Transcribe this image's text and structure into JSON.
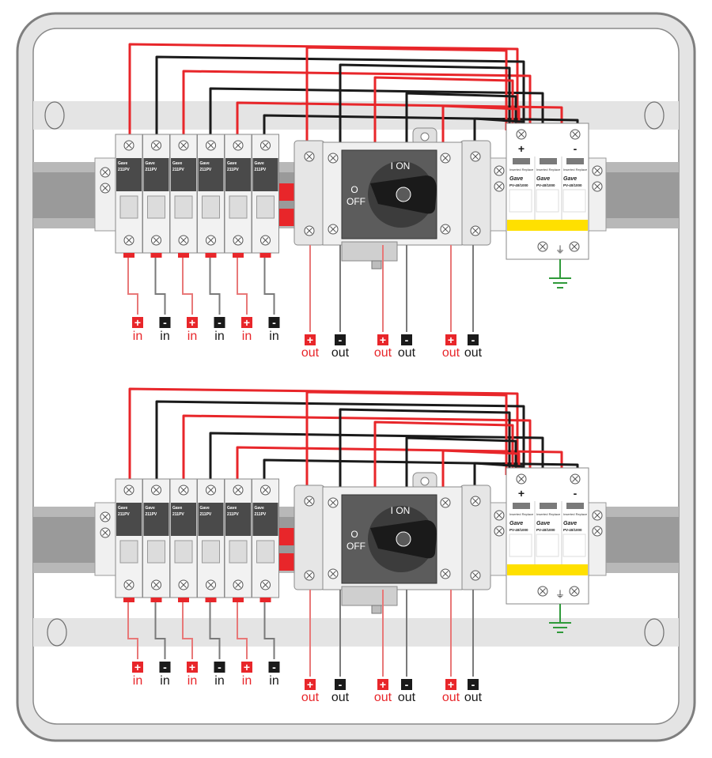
{
  "colors": {
    "positive": "#e8262a",
    "negative": "#1a1a1a",
    "positive_lead": "#e87878",
    "negative_lead": "#7a7a7a",
    "earth": "#2f9a3a",
    "enclosure": "#e4e4e4",
    "enclosure_border": "#7f7f7f",
    "rail": "#8e8e8e",
    "module_body": "#f2f2f2",
    "module_dark": "#4a4a4a",
    "switch_body": "#5c5c5c",
    "spd_yellow": "#ffe000"
  },
  "panels": [
    {
      "fuses": [
        {
          "brand": "Gave",
          "model": "211PV"
        },
        {
          "brand": "Gave",
          "model": "211PV"
        },
        {
          "brand": "Gave",
          "model": "211PV"
        },
        {
          "brand": "Gave",
          "model": "211PV"
        },
        {
          "brand": "Gave",
          "model": "211PV"
        },
        {
          "brand": "Gave",
          "model": "211PV"
        }
      ],
      "inputs": [
        {
          "sign": "+",
          "label": "in",
          "polarity": "positive"
        },
        {
          "sign": "-",
          "label": "in",
          "polarity": "negative"
        },
        {
          "sign": "+",
          "label": "in",
          "polarity": "positive"
        },
        {
          "sign": "-",
          "label": "in",
          "polarity": "negative"
        },
        {
          "sign": "+",
          "label": "in",
          "polarity": "positive"
        },
        {
          "sign": "-",
          "label": "in",
          "polarity": "negative"
        }
      ],
      "outputs": [
        {
          "sign": "+",
          "label": "out",
          "polarity": "positive"
        },
        {
          "sign": "-",
          "label": "out",
          "polarity": "negative"
        },
        {
          "sign": "+",
          "label": "out",
          "polarity": "positive"
        },
        {
          "sign": "-",
          "label": "out",
          "polarity": "negative"
        },
        {
          "sign": "+",
          "label": "out",
          "polarity": "positive"
        },
        {
          "sign": "-",
          "label": "out",
          "polarity": "negative"
        }
      ],
      "switch": {
        "on_label": "I  ON",
        "off_top": "O",
        "off_bottom": "OFF"
      },
      "spd": {
        "plus_label": "+",
        "minus_label": "-",
        "modules": [
          {
            "brand": "Gave",
            "model": "PV-40/1000",
            "tag": "Inserted  Replace"
          },
          {
            "brand": "Gave",
            "model": "PV-40/1000",
            "tag": "Inserted  Replace"
          },
          {
            "brand": "Gave",
            "model": "PV-40/1000",
            "tag": "Inserted  Replace"
          }
        ],
        "earth_symbol": "⏚"
      }
    },
    {
      "fuses": [
        {
          "brand": "Gave",
          "model": "211PV"
        },
        {
          "brand": "Gave",
          "model": "211PV"
        },
        {
          "brand": "Gave",
          "model": "211PV"
        },
        {
          "brand": "Gave",
          "model": "211PV"
        },
        {
          "brand": "Gave",
          "model": "211PV"
        },
        {
          "brand": "Gave",
          "model": "211PV"
        }
      ],
      "inputs": [
        {
          "sign": "+",
          "label": "in",
          "polarity": "positive"
        },
        {
          "sign": "-",
          "label": "in",
          "polarity": "negative"
        },
        {
          "sign": "+",
          "label": "in",
          "polarity": "positive"
        },
        {
          "sign": "-",
          "label": "in",
          "polarity": "negative"
        },
        {
          "sign": "+",
          "label": "in",
          "polarity": "positive"
        },
        {
          "sign": "-",
          "label": "in",
          "polarity": "negative"
        }
      ],
      "outputs": [
        {
          "sign": "+",
          "label": "out",
          "polarity": "positive"
        },
        {
          "sign": "-",
          "label": "out",
          "polarity": "negative"
        },
        {
          "sign": "+",
          "label": "out",
          "polarity": "positive"
        },
        {
          "sign": "-",
          "label": "out",
          "polarity": "negative"
        },
        {
          "sign": "+",
          "label": "out",
          "polarity": "positive"
        },
        {
          "sign": "-",
          "label": "out",
          "polarity": "negative"
        }
      ],
      "switch": {
        "on_label": "I  ON",
        "off_top": "O",
        "off_bottom": "OFF"
      },
      "spd": {
        "plus_label": "+",
        "minus_label": "-",
        "modules": [
          {
            "brand": "Gave",
            "model": "PV-40/1000",
            "tag": "Inserted  Replace"
          },
          {
            "brand": "Gave",
            "model": "PV-40/1000",
            "tag": "Inserted  Replace"
          },
          {
            "brand": "Gave",
            "model": "PV-40/1000",
            "tag": "Inserted  Replace"
          }
        ],
        "earth_symbol": "⏚"
      }
    }
  ]
}
